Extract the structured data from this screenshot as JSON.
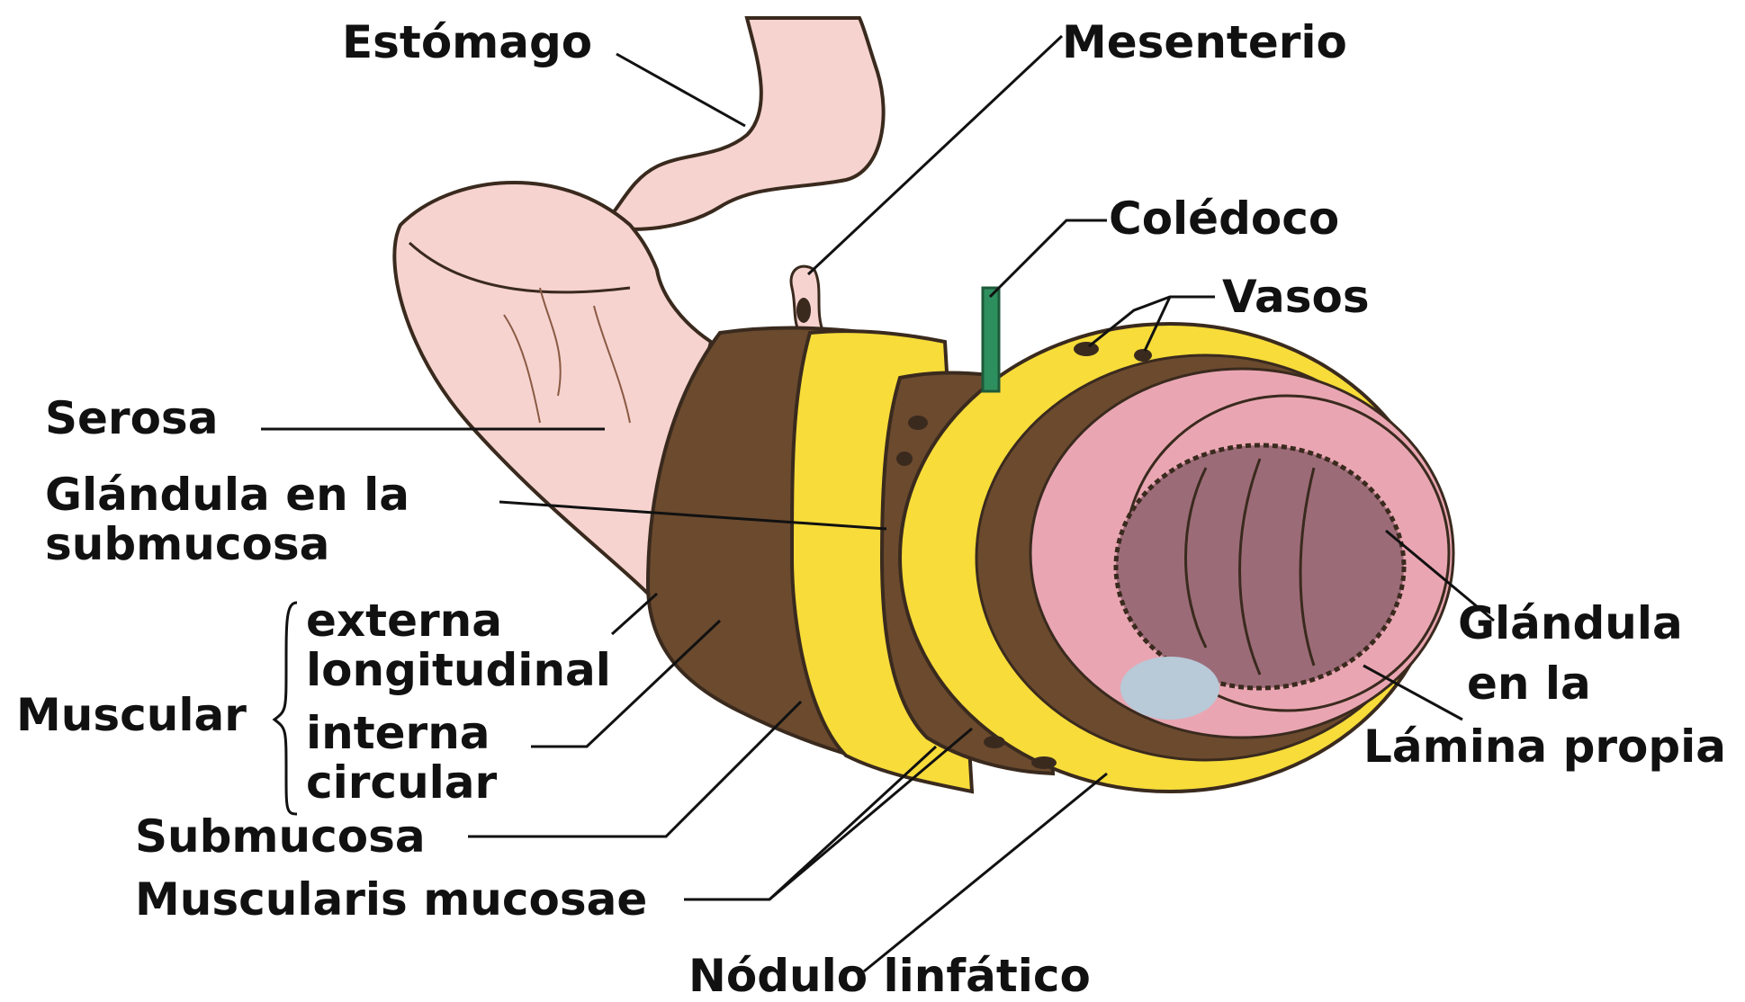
{
  "labels": {
    "estomago": "Estómago",
    "mesenterio": "Mesenterio",
    "coledoco": "Colédoco",
    "vasos": "Vasos",
    "serosa": "Serosa",
    "glandula_submucosa_1": "Glándula en la",
    "glandula_submucosa_2": "submucosa",
    "muscular": "Muscular",
    "externa": "externa",
    "longitudinal": "longitudinal",
    "interna": "interna",
    "circular": "circular",
    "submucosa": "Submucosa",
    "muscularis_mucosae": "Muscularis mucosae",
    "nodulo_linfatico": "Nódulo linfático",
    "glandula_lamina_1": "Glándula",
    "glandula_lamina_2": "en la",
    "glandula_lamina_3": "Lámina propia"
  },
  "colors": {
    "serosa_pink": "#f6d3cf",
    "muscle_brown": "#6b4a2e",
    "submucosa_yellow": "#f7dc3a",
    "mucosa_pink": "#e9a6b2",
    "lumen_dark": "#9c6b78",
    "bile_duct_green": "#2e8f5e",
    "lymph_node_blue": "#b8c9d8",
    "outline": "#3a2a1e"
  }
}
